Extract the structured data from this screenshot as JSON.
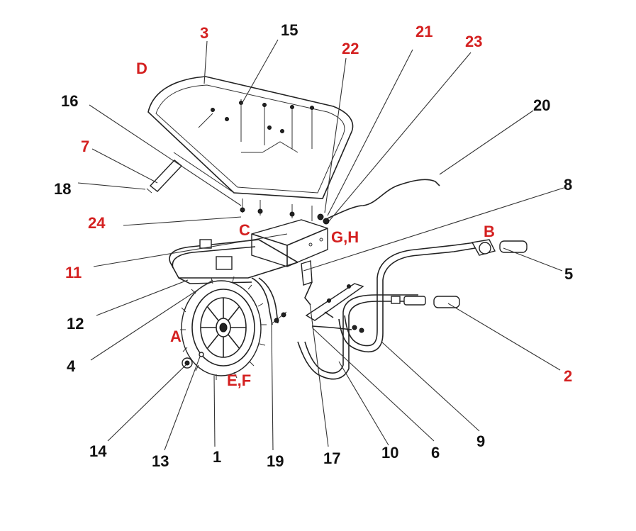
{
  "labels": {
    "l3": "3",
    "l15": "15",
    "l21": "21",
    "l22": "22",
    "l23": "23",
    "lD": "D",
    "l16": "16",
    "l7": "7",
    "l18": "18",
    "l20": "20",
    "l8": "8",
    "l24": "24",
    "lC": "C",
    "lGH": "G,H",
    "lB": "B",
    "l5": "5",
    "l11": "11",
    "l12": "12",
    "lA": "A",
    "l4": "4",
    "lEF": "E,F",
    "l2": "2",
    "l14": "14",
    "l13": "13",
    "l1": "1",
    "l19": "19",
    "l17": "17",
    "l10": "10",
    "l6": "6",
    "l9": "9"
  },
  "colors": {
    "red_label": "#d42020",
    "black_label": "#111111",
    "line": "#222222"
  }
}
